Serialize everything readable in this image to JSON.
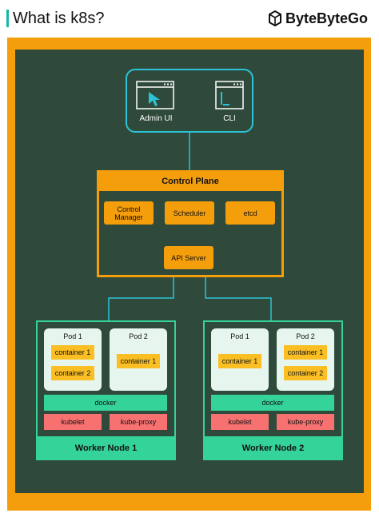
{
  "header": {
    "title": "What is k8s?",
    "brand": "ByteByteGo"
  },
  "ui": {
    "admin_label": "Admin UI",
    "cli_label": "CLI"
  },
  "control_plane": {
    "title": "Control Plane",
    "controller_manager": "Control Manager",
    "scheduler": "Scheduler",
    "etcd": "etcd",
    "api_server": "API Server"
  },
  "workers": [
    {
      "label": "Worker Node 1",
      "pods": [
        {
          "label": "Pod 1",
          "containers": [
            "container 1",
            "container 2"
          ]
        },
        {
          "label": "Pod 2",
          "containers": [
            "container 1"
          ]
        }
      ],
      "docker": "docker",
      "kubelet": "kubelet",
      "kube_proxy": "kube-proxy"
    },
    {
      "label": "Worker Node 2",
      "pods": [
        {
          "label": "Pod 1",
          "containers": [
            "container 1"
          ]
        },
        {
          "label": "Pod 2",
          "containers": [
            "container 1",
            "container 2"
          ]
        }
      ],
      "docker": "docker",
      "kubelet": "kubelet",
      "kube_proxy": "kube-proxy"
    }
  ],
  "colors": {
    "board": "#2f4a3b",
    "frame": "#f59e0b",
    "cyan": "#2cc3d8",
    "green": "#34d399",
    "red": "#f87171",
    "container": "#fbbf24"
  }
}
